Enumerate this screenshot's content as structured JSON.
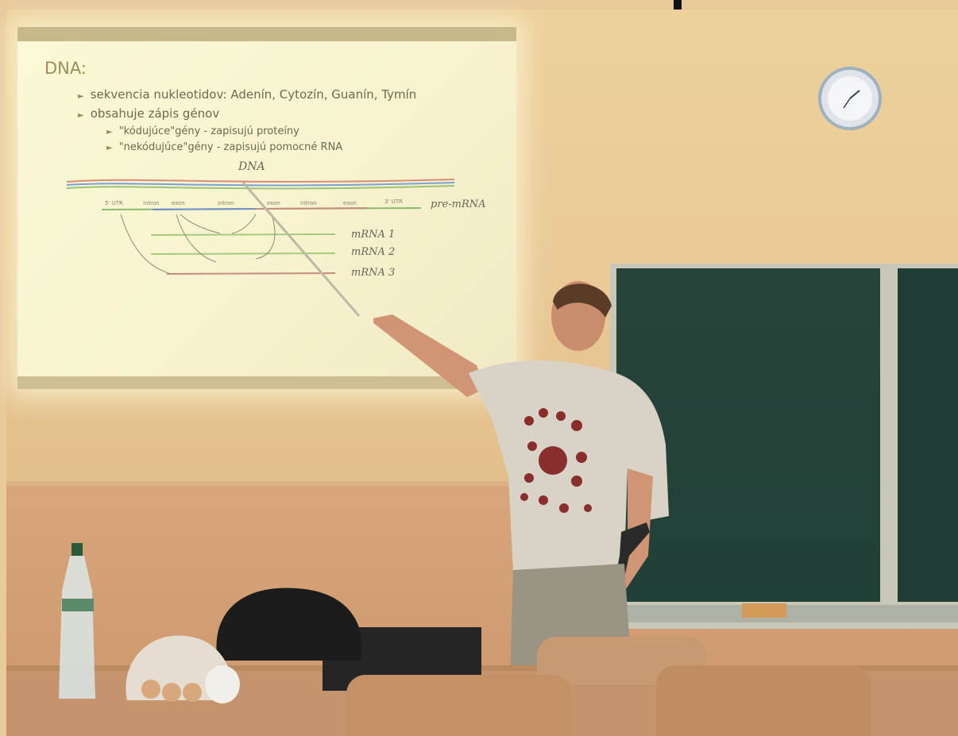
{
  "slide": {
    "title": "DNA:",
    "bullets": [
      "sekvencia nukleotidov: Adenín, Cytozín, Guanín, Tymín",
      "obsahuje zápis génov"
    ],
    "sub_bullets": [
      "\"kódujúce\"gény - zapisujú proteíny",
      "\"nekódujúce\"gény - zapisujú pomocné RNA"
    ],
    "diagram": {
      "dna_label": "DNA",
      "segment_labels": [
        "5' UTR",
        "intron",
        "exon",
        "intron",
        "exon",
        "intron",
        "exon",
        "3' UTR"
      ],
      "pre_mrna_label": "pre-mRNA",
      "mrna_labels": [
        "mRNA 1",
        "mRNA 2",
        "mRNA 3"
      ]
    }
  },
  "colors": {
    "slide_background": "#f7f4cf",
    "blackboard": "#27443a",
    "wall": "#e9c996"
  },
  "icons": {
    "clock": "wall-clock-icon"
  }
}
